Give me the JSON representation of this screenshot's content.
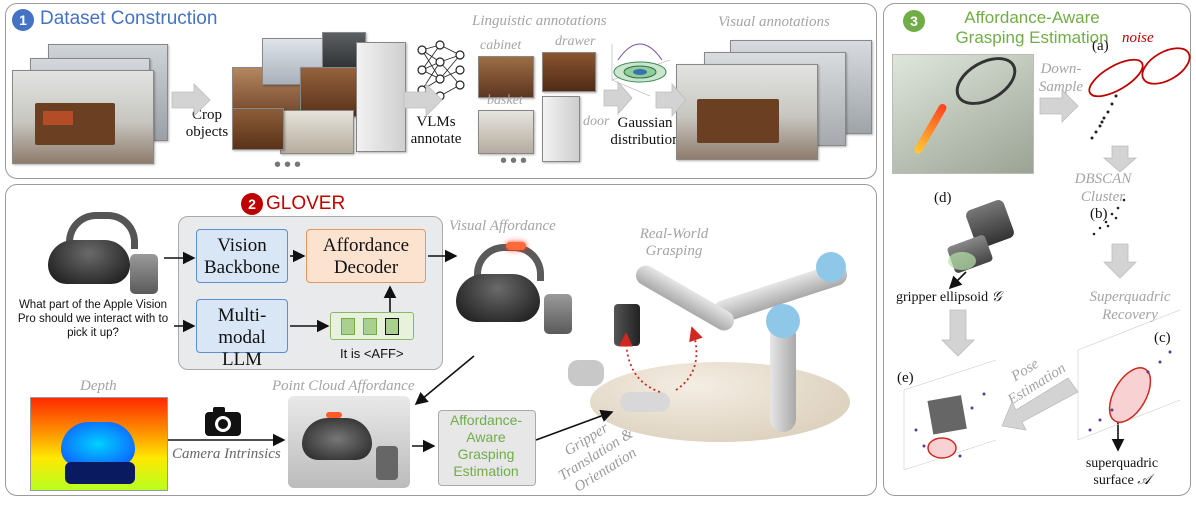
{
  "colors": {
    "blue_accent": "#4472c4",
    "red_accent": "#c00000",
    "green_accent": "#70ad47",
    "arrow_gray": "#c9c9c9",
    "arrow_red": "#d0281e"
  },
  "section1": {
    "badge": "1",
    "title": "Dataset Construction",
    "crop_label": "Crop objects",
    "vlm_label": "VLMs annotate",
    "ling_title": "Linguistic annotations",
    "labels": {
      "cabinet": "cabinet",
      "drawer": "drawer",
      "basket": "basket",
      "door": "door"
    },
    "gaussian_label": "Gaussian distribution",
    "visual_title": "Visual annotations",
    "ellipsis": "•••"
  },
  "section2": {
    "badge": "2",
    "title": "GLOVER",
    "vision_backbone": "Vision Backbone",
    "affordance_decoder": "Affordance Decoder",
    "llm": "Multi-modal LLM",
    "aff_token": "It is <AFF>",
    "question": "What part of the Apple Vision Pro should we interact with to pick it up?",
    "visual_affordance": "Visual Affordance",
    "real_world": "Real-World Grasping",
    "depth": "Depth",
    "camera_intrinsics": "Camera Intrinsics",
    "pc_affordance": "Point Cloud Affordance",
    "grasp_module": "Affordance-Aware Grasping Estimation",
    "gripper_tr": "Gripper Translation & Orientation"
  },
  "section3": {
    "badge": "3",
    "title": "Affordance-Aware Grasping Estimation",
    "noise": "noise",
    "a": "(a)",
    "b": "(b)",
    "c": "(c)",
    "d": "(d)",
    "e": "(e)",
    "downsample": "Down-Sample",
    "dbscan": "DBSCAN Cluster",
    "sq_recovery": "Superquadric Recovery",
    "pose": "Pose Estimation",
    "gripper_ellipsoid": "gripper ellipsoid",
    "gripper_sym": "𝒢",
    "sq_surface": "superquadric surface",
    "sq_sym": "𝒜"
  }
}
